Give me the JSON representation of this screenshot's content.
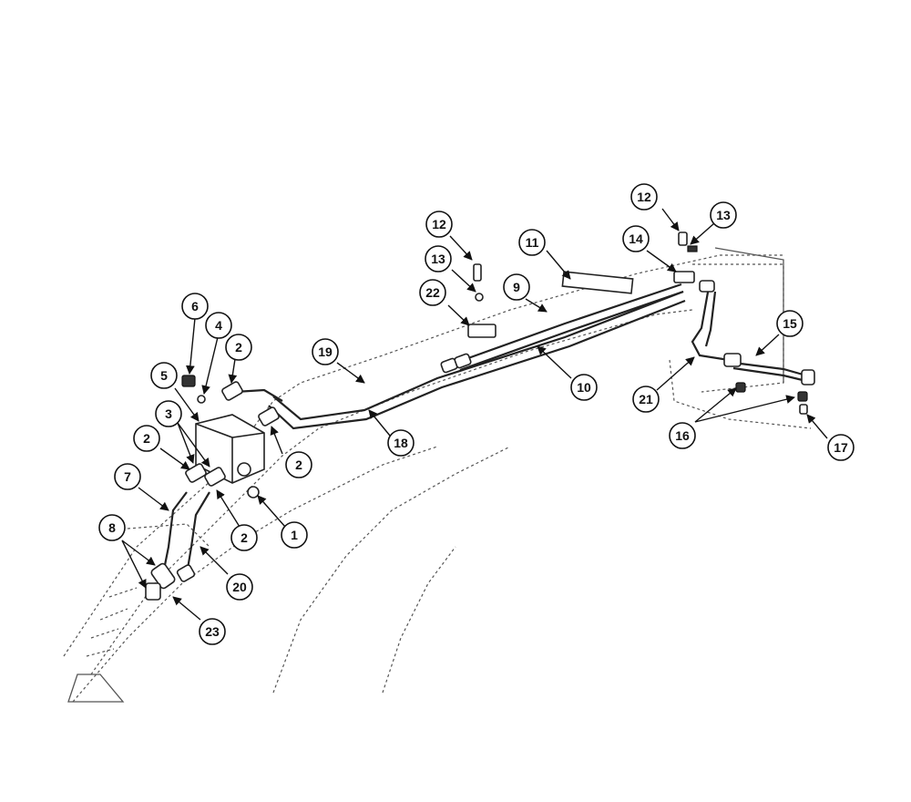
{
  "labels": {
    "l1": "1",
    "l2a": "2",
    "l2b": "2",
    "l2c": "2",
    "l2d": "2",
    "l3": "3",
    "l4": "4",
    "l5": "5",
    "l6": "6",
    "l7": "7",
    "l8": "8",
    "l9": "9",
    "l10": "10",
    "l11": "11",
    "l12a": "12",
    "l12b": "12",
    "l13a": "13",
    "l13b": "13",
    "l14": "14",
    "l15": "15",
    "l16": "16",
    "l17": "17",
    "l18": "18",
    "l19": "19",
    "l20": "20",
    "l21": "21",
    "l22": "22",
    "l23": "23"
  }
}
